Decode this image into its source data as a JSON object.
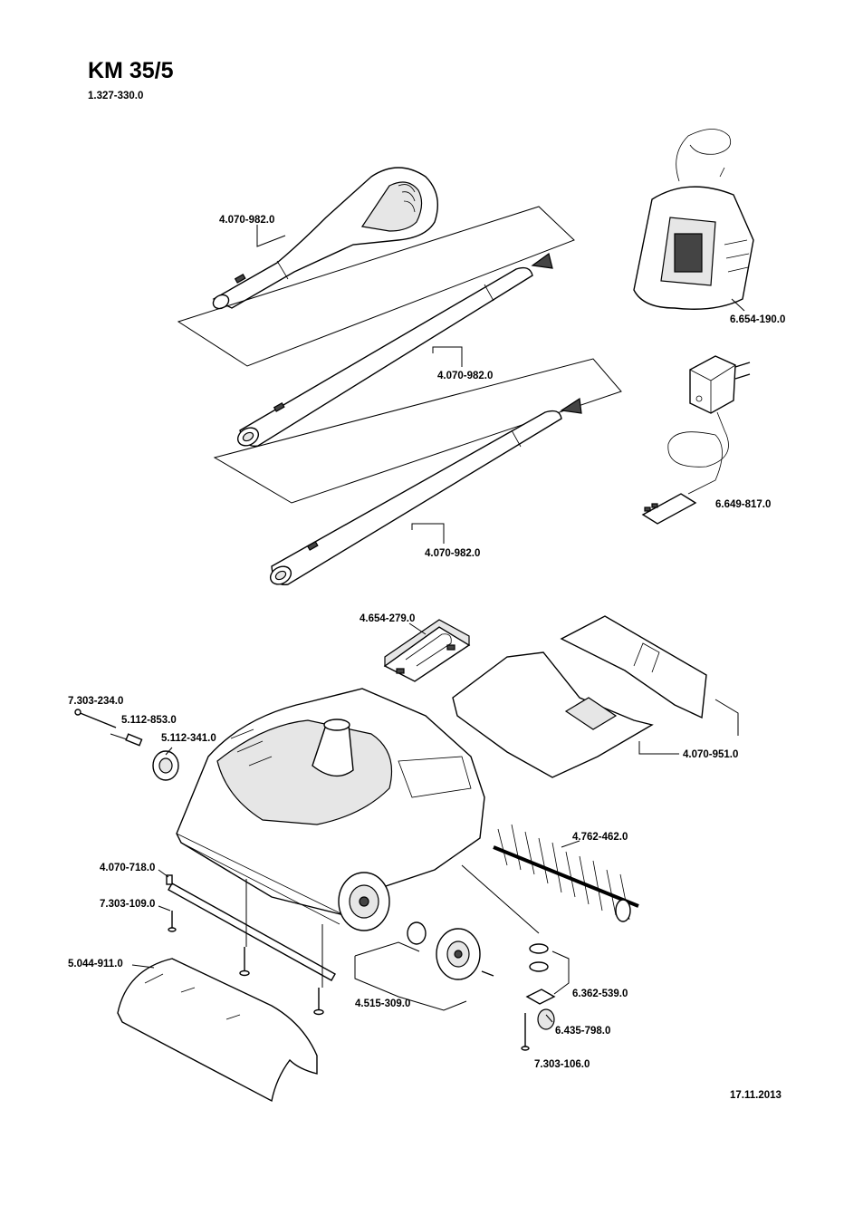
{
  "header": {
    "title": "KM 35/5",
    "subtitle": "1.327-330.0"
  },
  "footer": {
    "date": "17.11.2013"
  },
  "parts": [
    {
      "id": "handle",
      "label": "4.070-982.0"
    },
    {
      "id": "tube-upper",
      "label": "4.070-982.0"
    },
    {
      "id": "tube-lower",
      "label": "4.070-982.0"
    },
    {
      "id": "charger-station",
      "label": "6.654-190.0"
    },
    {
      "id": "power-adapter",
      "label": "6.649-817.0"
    },
    {
      "id": "battery",
      "label": "4.654-279.0"
    },
    {
      "id": "axle-pin",
      "label": "7.303-234.0"
    },
    {
      "id": "axle-sleeve",
      "label": "5.112-853.0"
    },
    {
      "id": "front-roller",
      "label": "5.112-341.0"
    },
    {
      "id": "dirt-container",
      "label": "4.070-951.0"
    },
    {
      "id": "roller-brush",
      "label": "4.762-462.0"
    },
    {
      "id": "bumper-strip",
      "label": "4.070-718.0"
    },
    {
      "id": "screw-front",
      "label": "7.303-109.0"
    },
    {
      "id": "front-cover",
      "label": "5.044-911.0"
    },
    {
      "id": "wheel-set",
      "label": "4.515-309.0"
    },
    {
      "id": "washer-set",
      "label": "6.362-539.0"
    },
    {
      "id": "caster",
      "label": "6.435-798.0"
    },
    {
      "id": "screw-caster",
      "label": "7.303-106.0"
    }
  ]
}
